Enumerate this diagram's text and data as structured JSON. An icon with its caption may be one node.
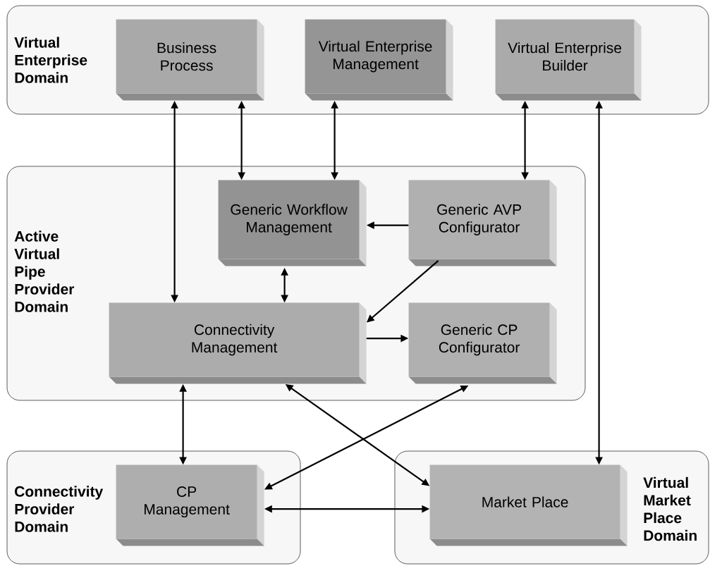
{
  "diagram": {
    "nodes": [
      {
        "text": [
          "Virtual Enterprise Domain"
        ]
      },
      {
        "text": [
          "Business Process"
        ],
        "in": 0
      },
      {
        "text": [
          "Virtual Enterprise Management"
        ],
        "in": 0
      },
      {
        "text": [
          "Virtual Enterprise Builder"
        ],
        "in": 0
      },
      {
        "text": [
          "Active Virtual Pipe Provider Domain"
        ]
      },
      {
        "text": [
          "Generic Workflow Management"
        ],
        "in": 4
      },
      {
        "text": [
          "Generic AVP Configurator"
        ],
        "in": 4
      },
      {
        "text": [
          "Connectivity Management"
        ],
        "in": 4
      },
      {
        "text": [
          "Generic CP Configurator"
        ],
        "in": 4
      },
      {
        "text": [
          "Connectivity Provider Domain"
        ]
      },
      {
        "text": [
          "CP Management"
        ],
        "in": 9
      },
      {
        "text": [
          "Virtual Market Place Domain"
        ]
      },
      {
        "text": [
          "Market Place"
        ],
        "in": 11
      }
    ],
    "edges": [
      {
        "from": 1,
        "to": 7,
        "arrow": "both"
      },
      {
        "from": 1,
        "to": 5,
        "arrow": "both"
      },
      {
        "from": 2,
        "to": 5,
        "arrow": "both"
      },
      {
        "from": 3,
        "to": 6,
        "arrow": "both"
      },
      {
        "from": 3,
        "to": 12,
        "arrow": "both"
      },
      {
        "from": 6,
        "to": 5,
        "arrow": "to"
      },
      {
        "from": 6,
        "to": 7,
        "arrow": "to"
      },
      {
        "from": 5,
        "to": 7,
        "arrow": "both"
      },
      {
        "from": 7,
        "to": 8,
        "arrow": "to"
      },
      {
        "from": 7,
        "to": 10,
        "arrow": "both"
      },
      {
        "from": 8,
        "to": 10,
        "arrow": "both"
      },
      {
        "from": 7,
        "to": 12,
        "arrow": "both"
      },
      {
        "from": 10,
        "to": 12,
        "arrow": "both"
      }
    ]
  }
}
